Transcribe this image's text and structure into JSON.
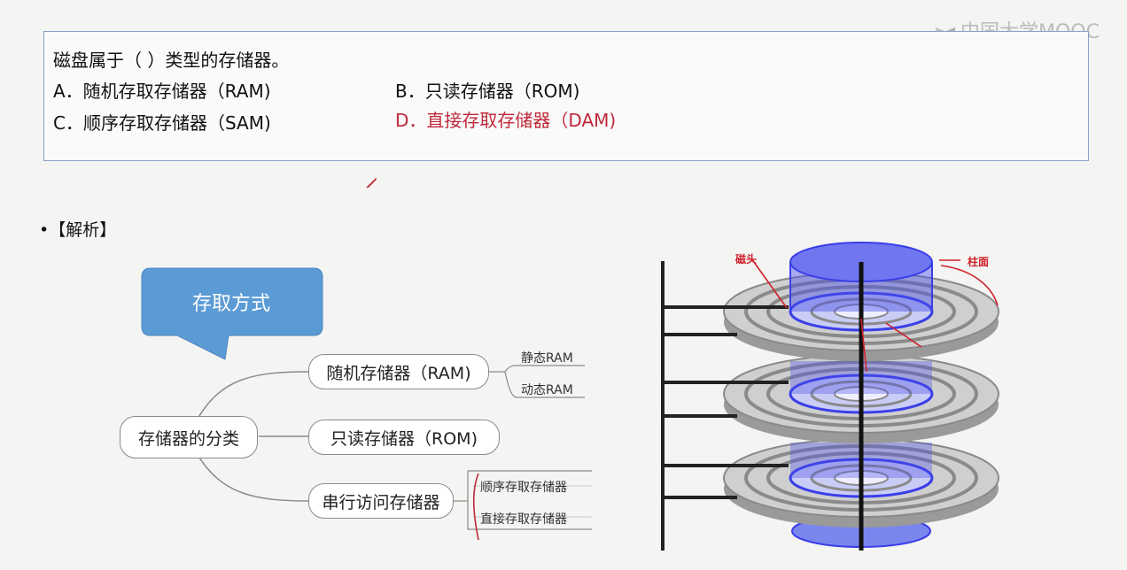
{
  "logo": {
    "text": "中国大学MOOC",
    "icon": "mooc-logo-icon"
  },
  "question": {
    "stem": "磁盘属于（    ）类型的存储器。",
    "options": [
      {
        "text": "A．随机存取存储器（RAM)",
        "highlight": false
      },
      {
        "text": "B．只读存储器（ROM)",
        "highlight": false
      },
      {
        "text": "C．顺序存取存储器（SAM)",
        "highlight": false
      },
      {
        "text": "D．直接存取存储器（DAM)",
        "highlight": true
      }
    ],
    "highlight_color": "#c0283a"
  },
  "analysis": {
    "bullet": "•【解析】"
  },
  "mindmap": {
    "callout": "存取方式",
    "root": "存储器的分类",
    "branches": [
      {
        "label": "随机存储器（RAM)",
        "children": [
          "静态RAM",
          "动态RAM"
        ]
      },
      {
        "label": "只读存储器（ROM)",
        "children": []
      },
      {
        "label": "串行访问存储器",
        "children": [
          "顺序存取存储器",
          "直接存取存储器"
        ]
      }
    ],
    "callout_color": "#5b9bd5"
  },
  "disk_diagram": {
    "labels": {
      "head": "磁头",
      "cylinder": "柱面"
    },
    "platter_count": 3,
    "colors": {
      "cylinder": "#3a3ee8",
      "platter": "#9a9a9a",
      "annotation": "#d0202a"
    }
  }
}
